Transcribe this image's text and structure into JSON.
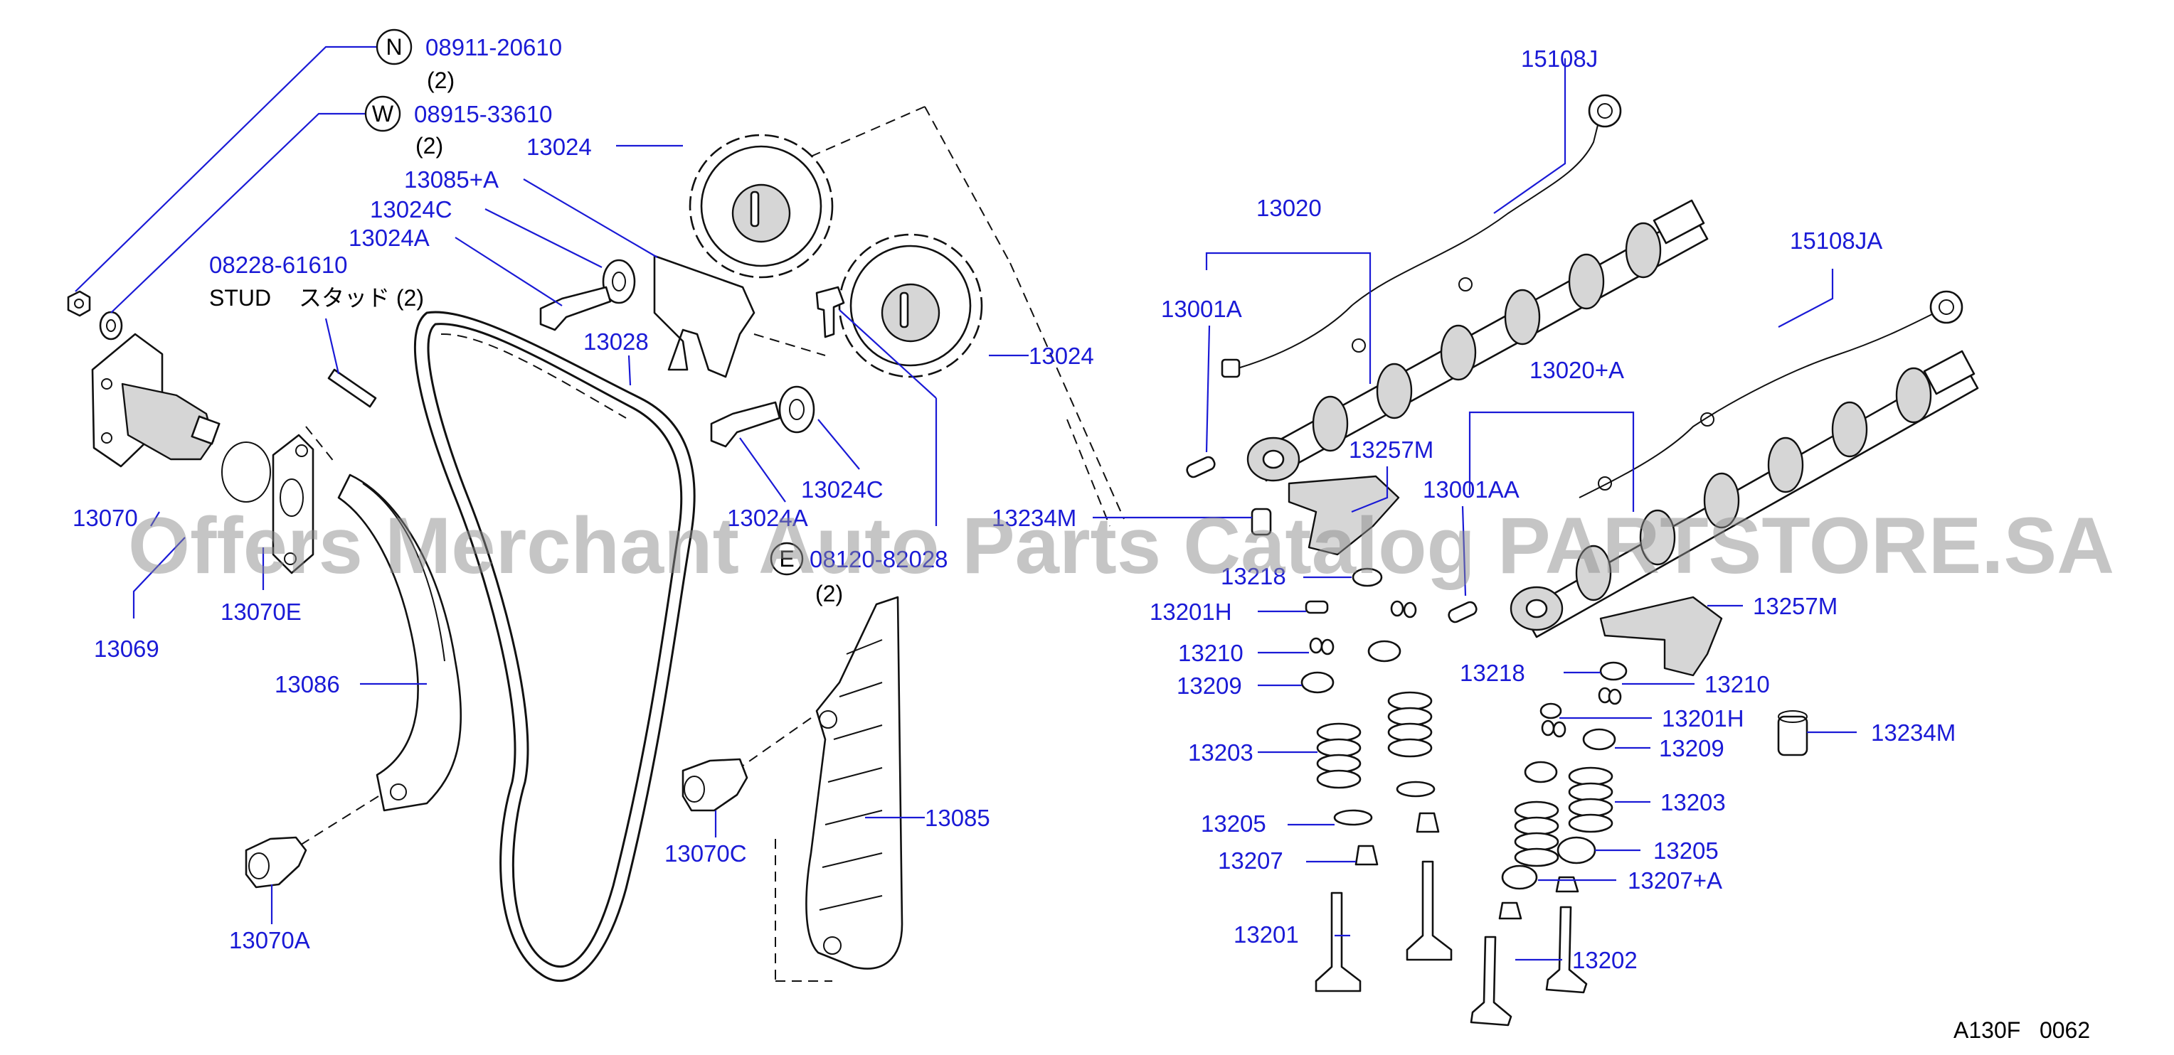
{
  "diagram_code": "A130F   0062",
  "watermark": "Offers Merchant Auto Parts Catalog PARTSTORE.SA",
  "symbols": {
    "n": "N",
    "w": "W",
    "e": "E"
  },
  "labels": {
    "p08911": "08911-20610",
    "qty_n": "(2)",
    "p08915": "08915-33610",
    "qty_w": "(2)",
    "p13024_top": "13024",
    "p13085a": "13085+A",
    "p13024c_top": "13024C",
    "p13024a_top": "13024A",
    "p08228": "08228-61610",
    "stud": "STUD",
    "stud_jp": "スタッド (2)",
    "p13028": "13028",
    "p13024_right": "13024",
    "p13024c_low": "13024C",
    "p13024a_low": "13024A",
    "p13070": "13070",
    "p13070e": "13070E",
    "p13069": "13069",
    "p13086": "13086",
    "p13070a": "13070A",
    "p13070c": "13070C",
    "p13085": "13085",
    "p0812x": "08120-82028",
    "qty_e": "(2)",
    "p15108j": "15108J",
    "p13020": "13020",
    "p15108ja": "15108JA",
    "p13001a": "13001A",
    "p13020a": "13020+A",
    "p13257m_l": "13257M",
    "p13001aa": "13001AA",
    "p13234m_l": "13234M",
    "p13218_l": "13218",
    "p13201h_l": "13201H",
    "p13210_l": "13210",
    "p13209_l": "13209",
    "p13203_l": "13203",
    "p13205_l": "13205",
    "p13207": "13207",
    "p13201": "13201",
    "p13257m_r": "13257M",
    "p13218_r": "13218",
    "p13210_r": "13210",
    "p13201h_r": "13201H",
    "p13234m_r": "13234M",
    "p13209_r": "13209",
    "p13203_r": "13203",
    "p13205_r": "13205",
    "p13207a": "13207+A",
    "p13202": "13202"
  }
}
